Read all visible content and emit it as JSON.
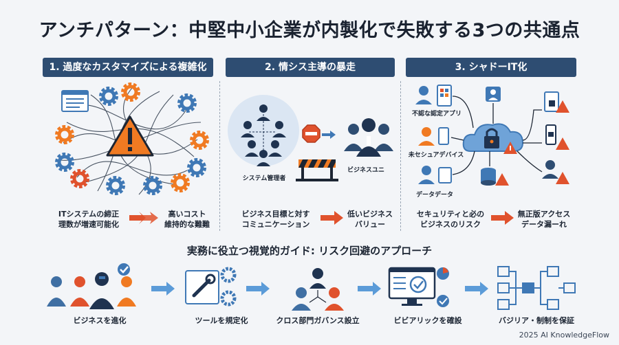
{
  "title": "アンチパターン：中堅中小企業が内製化で失敗する3つの共通点",
  "panels": [
    {
      "header": "1. 過度なカスタマイズによる複雑化",
      "left_text": [
        "ITシステムの締正",
        "理数が増速可能化"
      ],
      "right_text": [
        "高いコスト",
        "維持的な難難"
      ]
    },
    {
      "header": "2. 情シス主導の暴走",
      "label_people": "システム管理者",
      "label_business": "ビジネスユニ",
      "left_text": [
        "ビジネス目標と対す",
        "コミュニケーション"
      ],
      "right_text": [
        "低いビジネス",
        "バリュー"
      ]
    },
    {
      "header": "3. シャドーIT化",
      "labels": [
        "不認な認定アプリ",
        "未セシュアデバイス",
        "データデータ"
      ],
      "left_text": [
        "セキュリティと必の",
        "ビジネスのリスク"
      ],
      "right_text": [
        "無正版アクセス",
        "データ漏ーれ"
      ]
    }
  ],
  "guide_title": "実務に役立つ視覚的ガイド: リスク回避のアプローチ",
  "steps": [
    "ビジネスを進化",
    "ツールを規定化",
    "クロス部門ガバンス設立",
    "ビビアリックを確設",
    "バジリア・制制を保証"
  ],
  "footer": "2025 AI KnowledgeFlow",
  "colors": {
    "navy": "#2e4d72",
    "red": "#e0522d",
    "orange": "#f07a22",
    "blue": "#3f78b5"
  }
}
